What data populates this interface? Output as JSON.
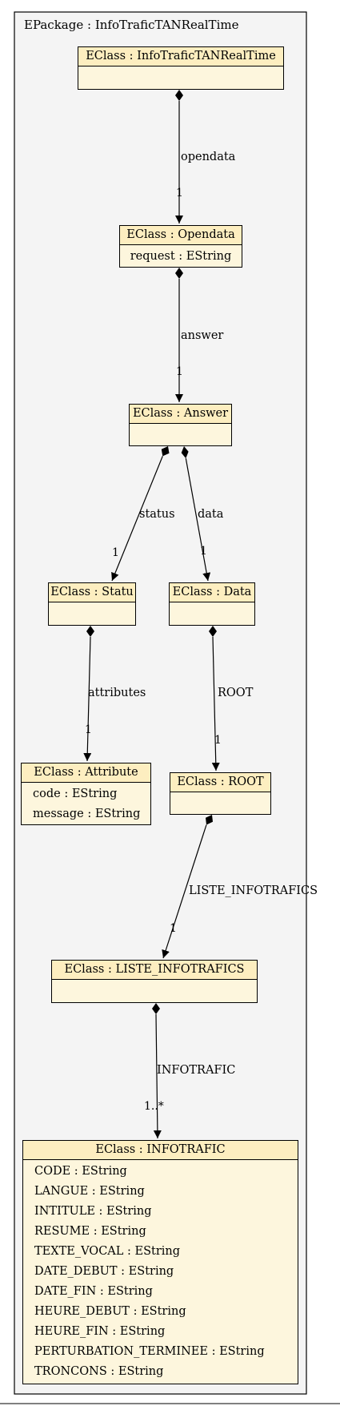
{
  "package": {
    "title": "EPackage : InfoTraficTANRealTime"
  },
  "classes": {
    "infotrafic_tan": {
      "title": "EClass : InfoTraficTANRealTime",
      "attributes": []
    },
    "opendata": {
      "title": "EClass : Opendata",
      "attributes": [
        "request : EString"
      ]
    },
    "answer": {
      "title": "EClass : Answer",
      "attributes": []
    },
    "statu": {
      "title": "EClass : Statu",
      "attributes": []
    },
    "data": {
      "title": "EClass : Data",
      "attributes": []
    },
    "attribute": {
      "title": "EClass : Attribute",
      "attributes": [
        "code : EString",
        "message : EString"
      ]
    },
    "root": {
      "title": "EClass : ROOT",
      "attributes": []
    },
    "liste": {
      "title": "EClass : LISTE_INFOTRAFICS",
      "attributes": []
    },
    "infotrafic": {
      "title": "EClass : INFOTRAFIC",
      "attributes": [
        "CODE : EString",
        "LANGUE : EString",
        "INTITULE : EString",
        "RESUME : EString",
        "TEXTE_VOCAL : EString",
        "DATE_DEBUT : EString",
        "DATE_FIN : EString",
        "HEURE_DEBUT : EString",
        "HEURE_FIN : EString",
        "PERTURBATION_TERMINEE : EString",
        "TRONCONS : EString"
      ]
    }
  },
  "references": {
    "opendata": {
      "label": "opendata",
      "multiplicity": "1"
    },
    "answer": {
      "label": "answer",
      "multiplicity": "1"
    },
    "status": {
      "label": "status",
      "multiplicity": "1"
    },
    "data": {
      "label": "data",
      "multiplicity": "1"
    },
    "attributes": {
      "label": "attributes",
      "multiplicity": "1"
    },
    "root": {
      "label": "ROOT",
      "multiplicity": "1"
    },
    "liste": {
      "label": "LISTE_INFOTRAFICS",
      "multiplicity": "1"
    },
    "infotrafic": {
      "label": "INFOTRAFIC",
      "multiplicity": "1..*"
    }
  }
}
